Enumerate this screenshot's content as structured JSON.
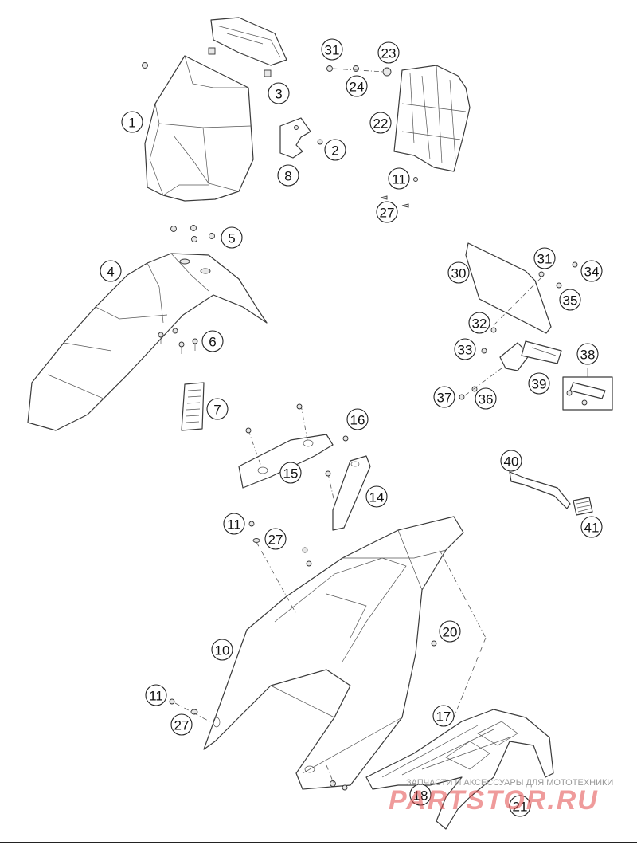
{
  "diagram": {
    "callouts": [
      "31",
      "23",
      "3",
      "24",
      "1",
      "22",
      "2",
      "8",
      "11",
      "27",
      "5",
      "4",
      "31",
      "34",
      "30",
      "35",
      "6",
      "32",
      "33",
      "38",
      "39",
      "37",
      "36",
      "7",
      "16",
      "15",
      "14",
      "40",
      "11",
      "27",
      "41",
      "20",
      "10",
      "11",
      "27",
      "17",
      "18",
      "21"
    ]
  },
  "watermark": {
    "caption": "ЗАПЧАСТИ И АКСЕССУАРЫ ДЛЯ МОТОТЕХНИКИ",
    "logo": "PARTSTOR.RU"
  }
}
